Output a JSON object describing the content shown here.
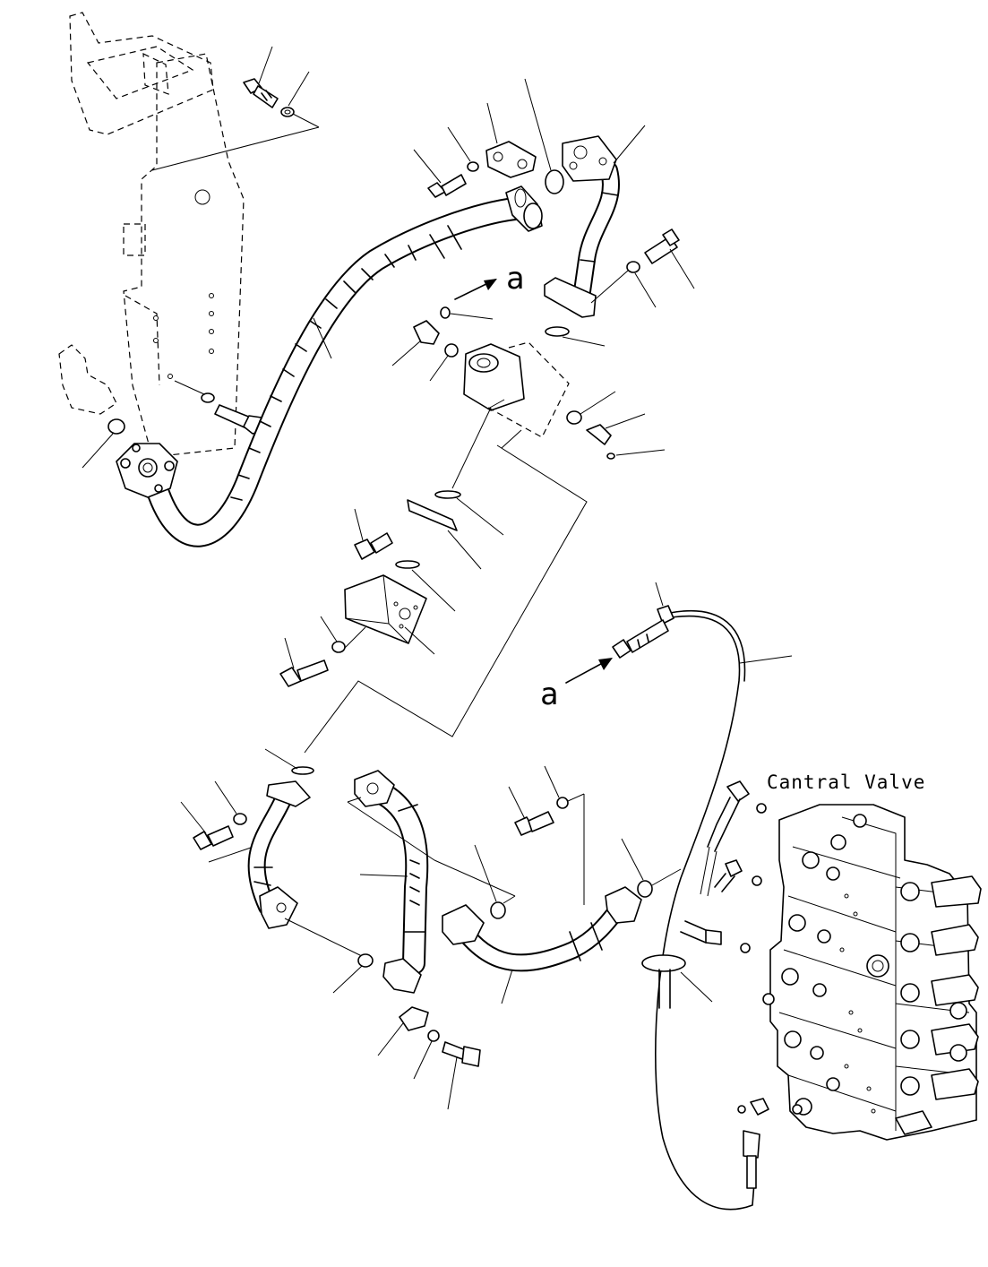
{
  "labels": {
    "reference_a_top": "a",
    "reference_a_bottom": "a",
    "component_name": "Cantral Valve"
  }
}
